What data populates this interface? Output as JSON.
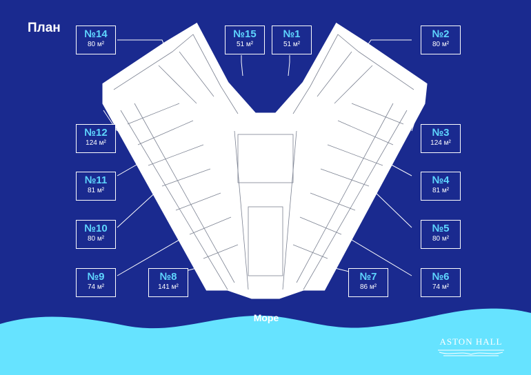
{
  "title": "План",
  "sea_label": "Море",
  "brand": "ASTON HALL",
  "colors": {
    "background": "#1a2a8f",
    "accent": "#5fd6ff",
    "sea": "#66e3ff",
    "building": "#ffffff"
  },
  "units": [
    {
      "id": "14",
      "label": "№14",
      "area": "80 м²"
    },
    {
      "id": "15",
      "label": "№15",
      "area": "51 м²"
    },
    {
      "id": "1",
      "label": "№1",
      "area": "51 м²"
    },
    {
      "id": "2",
      "label": "№2",
      "area": "80 м²"
    },
    {
      "id": "12",
      "label": "№12",
      "area": "124 м²"
    },
    {
      "id": "3",
      "label": "№3",
      "area": "124 м²"
    },
    {
      "id": "11",
      "label": "№11",
      "area": "81 м²"
    },
    {
      "id": "4",
      "label": "№4",
      "area": "81 м²"
    },
    {
      "id": "10",
      "label": "№10",
      "area": "80 м²"
    },
    {
      "id": "5",
      "label": "№5",
      "area": "80 м²"
    },
    {
      "id": "9",
      "label": "№9",
      "area": "74 м²"
    },
    {
      "id": "8",
      "label": "№8",
      "area": "141 м²"
    },
    {
      "id": "7",
      "label": "№7",
      "area": "86 м²"
    },
    {
      "id": "6",
      "label": "№6",
      "area": "74 м²"
    }
  ]
}
